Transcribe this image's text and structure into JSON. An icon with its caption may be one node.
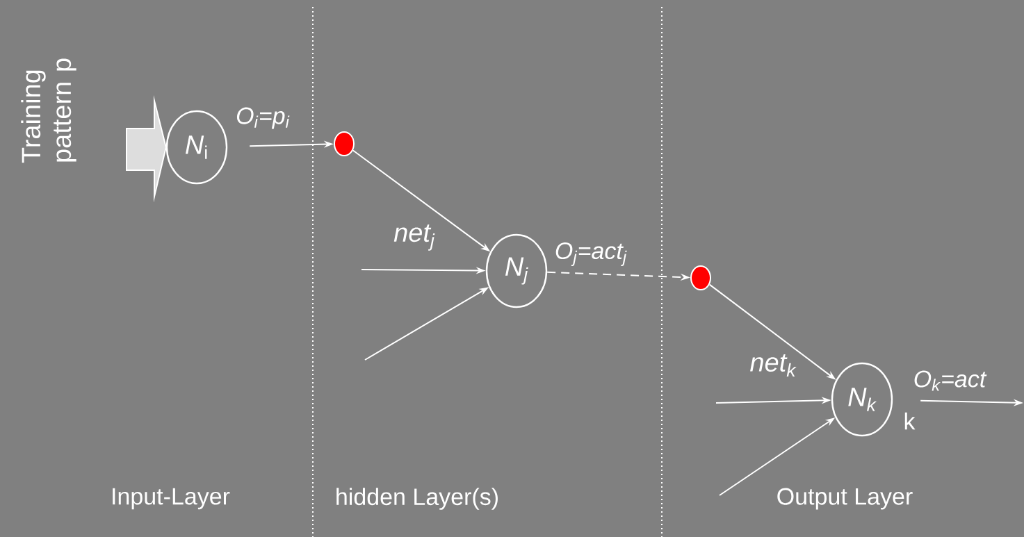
{
  "diagram": {
    "nodes": [
      {
        "text": [
          "*N*$_{i}$"
        ]
      },
      {
        "text": [],
        "shape": "circle"
      },
      {
        "text": [
          "N$_{j}$"
        ]
      },
      {
        "text": [],
        "shape": "circle"
      },
      {
        "text": [
          "N$_{k}$"
        ]
      }
    ],
    "edges": [
      {
        "from": null,
        "to": 0,
        "arrow": "to",
        "style": "thick"
      },
      {
        "from": 0,
        "to": 1,
        "arrow": "to",
        "label": "O$_{i}$=p$_{i}$"
      },
      {
        "from": 1,
        "to": 2,
        "arrow": "to"
      },
      {
        "from": null,
        "to": 2,
        "arrow": "to"
      },
      {
        "from": null,
        "to": 2,
        "arrow": "to"
      },
      {
        "from": 2,
        "to": 3,
        "arrow": "to",
        "style": "dashed",
        "label": "O$_{j}$=act$_{j}$"
      },
      {
        "from": 3,
        "to": 4,
        "arrow": "to"
      },
      {
        "from": null,
        "to": 4,
        "arrow": "to"
      },
      {
        "from": null,
        "to": 4,
        "arrow": "to"
      },
      {
        "from": 4,
        "to": null,
        "arrow": "to",
        "label": "O$_{k}$=act"
      }
    ],
    "labels": [
      "Training pattern p",
      "net$_{j}$",
      "net$_{k}$",
      "k",
      "Input-Layer",
      "hidden Layer(s)",
      "Output Layer"
    ]
  }
}
